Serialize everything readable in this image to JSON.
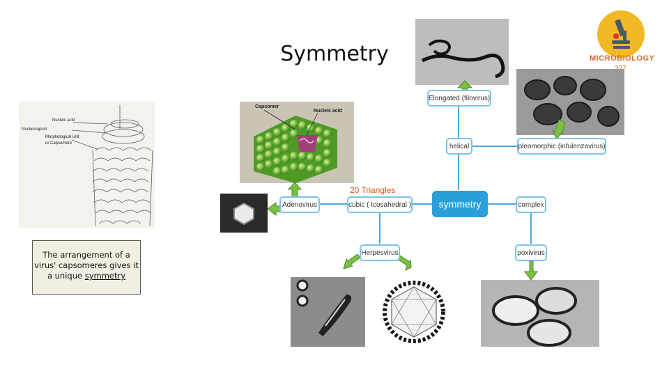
{
  "slide": {
    "title": "Symmetry",
    "caption_pre": "The arrangement of a virus' capsomeres gives it a unique ",
    "caption_link": "symmetry"
  },
  "logo": {
    "text": "MICROBIOLOGY",
    "number": "327"
  },
  "capsid_model": {
    "label_capsomer": "Capsomer",
    "label_nucleic": "Nucleic acid"
  },
  "helical_drawing": {
    "label_1": "Nucleic acid",
    "label_2": "Nucleocapsid",
    "label_3": "Morphological unit",
    "label_4": "or Capsomere"
  },
  "mindmap": {
    "central": "symmetry",
    "helical": "helical",
    "cubic": "cubic  ( Icosahedral )",
    "complex": "complex",
    "elongated": "Elongated (filovirus)",
    "pleomorphic": "pleomorphic (infulenzavirus)",
    "adenovirus": "Adenovirus",
    "herpesvirus": "Herpesvirus",
    "poxivirus": "poxivirus",
    "triangles_note": "20 Triangles"
  },
  "colors": {
    "connector": "#4da8db",
    "node_border": "#7cc3e6",
    "central_fill": "#2a9fd8",
    "arrow_fill": "#7ac143",
    "arrow_stroke": "#4f8a2a",
    "note_text": "#d05a1a"
  }
}
